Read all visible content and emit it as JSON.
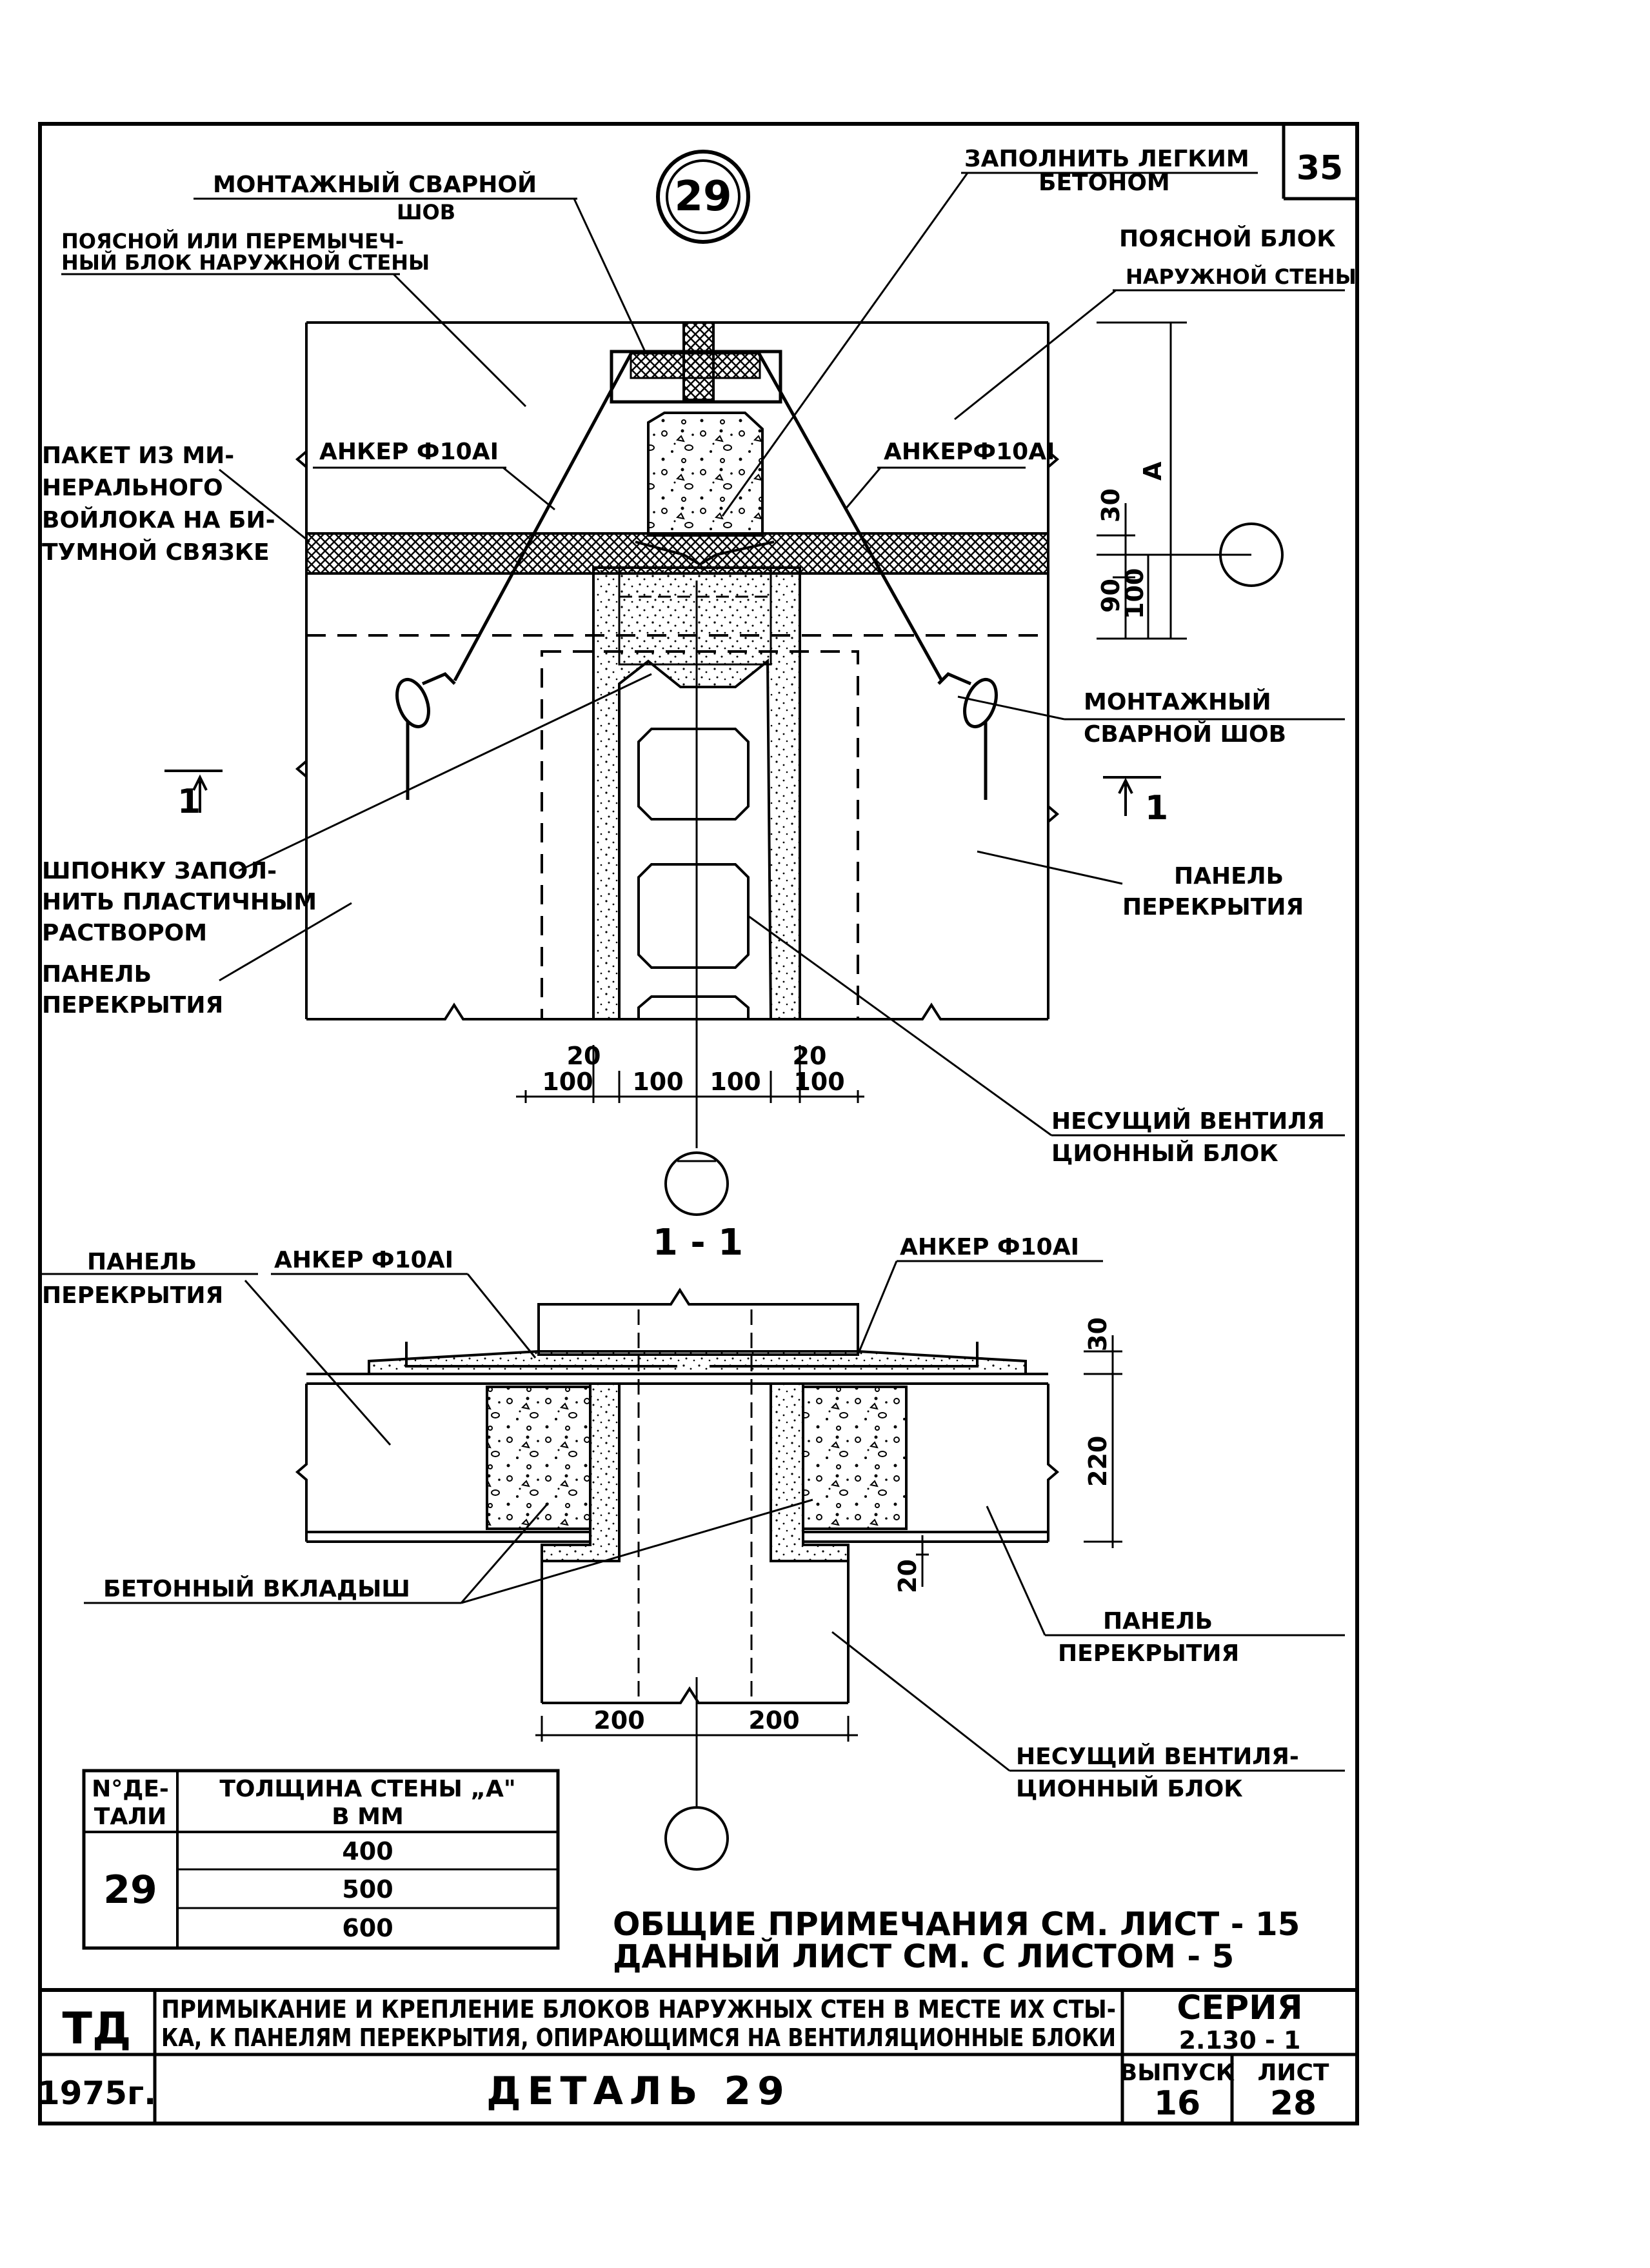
{
  "sheet": {
    "page_number": "35",
    "detail_marker": "29"
  },
  "plan": {
    "labels": {
      "weld_seam": [
        "МОНТАЖНЫЙ СВАРНОЙ",
        "ШОВ"
      ],
      "belt_block": [
        "ПОЯСНОЙ ИЛИ ПЕРЕМЫЧЕЧ-",
        "НЫЙ БЛОК НАРУЖНОЙ СТЕНЫ"
      ],
      "fill_concrete": [
        "ЗАПОЛНИТЬ ЛЕГКИМ",
        "БЕТОНОМ"
      ],
      "outer_belt_block": [
        "ПОЯСНОЙ БЛОК",
        "НАРУЖНОЙ СТЕНЫ"
      ],
      "anchor_left": "АНКЕР Ф10АI",
      "anchor_right": "АНКЕРФ10АI",
      "mineral_felt": [
        "ПАКЕТ ИЗ МИ-",
        "НЕРАЛЬНОГО",
        "ВОЙЛОКА НА БИ-",
        "ТУМНОЙ СВЯЗКЕ"
      ],
      "weld_seam_2": [
        "МОНТАЖНЫЙ",
        "СВАРНОЙ ШОВ"
      ],
      "key_fill": [
        "ШПОНКУ ЗАПОЛ-",
        "НИТЬ ПЛАСТИЧНЫМ",
        "РАСТВОРОМ"
      ],
      "floor_panel_left": [
        "ПАНЕЛЬ",
        "ПЕРЕКРЫТИЯ"
      ],
      "floor_panel_right": [
        "ПАНЕЛЬ",
        "ПЕРЕКРЫТИЯ"
      ],
      "vent_block": [
        "НЕСУЩИЙ ВЕНТИЛЯ",
        "ЦИОННЫЙ БЛОК"
      ],
      "section_mark": "1"
    },
    "dims": {
      "A": "А",
      "d30": "30",
      "d90": "90",
      "d100_v": "100",
      "d20_left": "20",
      "d20_right": "20",
      "bottom": [
        "100",
        "100",
        "100",
        "100"
      ]
    }
  },
  "section": {
    "title": "1 - 1",
    "labels": {
      "floor_panel_left": [
        "ПАНЕЛЬ",
        "ПЕРЕКРЫТИЯ"
      ],
      "anchor_left": "АНКЕР Ф10АI",
      "anchor_right": "АНКЕР Ф10АI",
      "concrete_insert": "БЕТОННЫЙ ВКЛАДЫШ",
      "floor_panel_right": [
        "ПАНЕЛЬ",
        "ПЕРЕКРЫТИЯ"
      ],
      "vent_block": [
        "НЕСУЩИЙ ВЕНТИЛЯ-",
        "ЦИОННЫЙ БЛОК"
      ]
    },
    "dims": {
      "d30": "30",
      "d220": "220",
      "d20": "20",
      "bottom": [
        "200",
        "200"
      ]
    }
  },
  "table": {
    "col1_header": [
      "N°ДЕ-",
      "ТАЛИ"
    ],
    "col2_header": [
      "ТОЛЩИНА СТЕНЫ „А\"",
      "В ММ"
    ],
    "detail": "29",
    "thickness": [
      "400",
      "500",
      "600"
    ]
  },
  "notes": [
    "ОБЩИЕ ПРИМЕЧАНИЯ СМ. ЛИСТ - 15",
    "ДАННЫЙ ЛИСТ СМ. С ЛИСТОМ - 5"
  ],
  "title_block": {
    "org": "ТД",
    "year": "1975г.",
    "title_lines": [
      "ПРИМЫКАНИЕ И КРЕПЛЕНИЕ БЛОКОВ НАРУЖНЫХ СТЕН В МЕСТЕ ИХ СТЫ-",
      "КА, К ПАНЕЛЯМ ПЕРЕКРЫТИЯ, ОПИРАЮЩИМСЯ НА ВЕНТИЛЯЦИОННЫЕ БЛОКИ"
    ],
    "series_label": "СЕРИЯ",
    "series_value": "2.130 - 1",
    "detail_name": "ДЕТАЛЬ 29",
    "issue_label": "ВЫПУСК",
    "issue_value": "16",
    "sheet_label": "ЛИСТ",
    "sheet_value": "28"
  }
}
